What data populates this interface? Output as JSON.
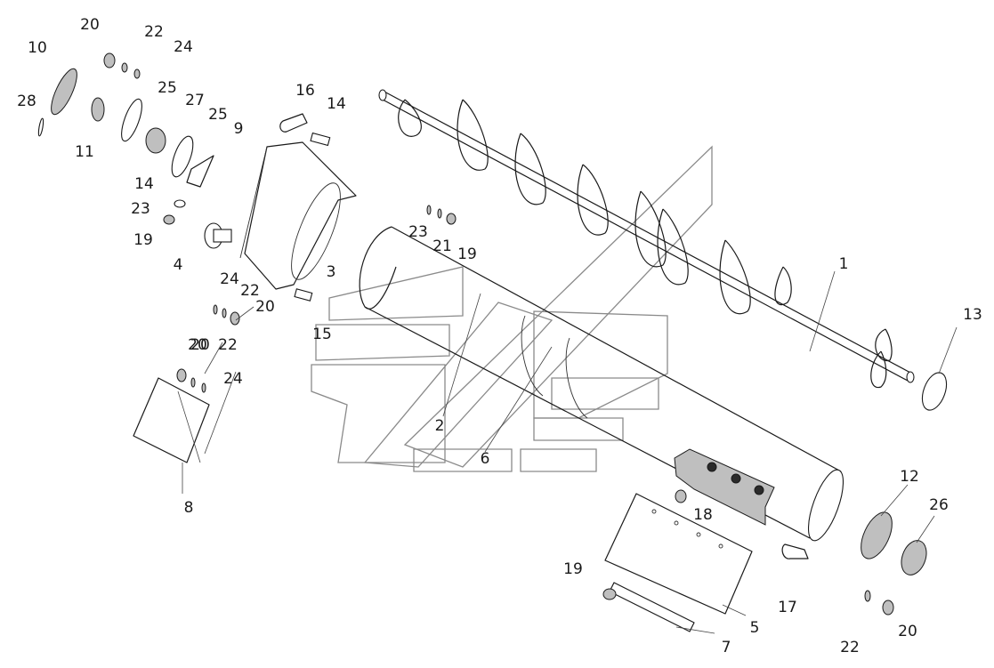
{
  "labels": [
    {
      "text": "1"
    },
    {
      "text": "2"
    },
    {
      "text": "3"
    },
    {
      "text": "4"
    },
    {
      "text": "5"
    },
    {
      "text": "6"
    },
    {
      "text": "7"
    },
    {
      "text": "8"
    },
    {
      "text": "9"
    },
    {
      "text": "10"
    },
    {
      "text": "11"
    },
    {
      "text": "12"
    },
    {
      "text": "13"
    },
    {
      "text": "14"
    },
    {
      "text": "14"
    },
    {
      "text": "15"
    },
    {
      "text": "16"
    },
    {
      "text": "17"
    },
    {
      "text": "18"
    },
    {
      "text": "19"
    },
    {
      "text": "19"
    },
    {
      "text": "19"
    },
    {
      "text": "20"
    },
    {
      "text": "20"
    },
    {
      "text": "20"
    },
    {
      "text": "20"
    },
    {
      "text": "20"
    },
    {
      "text": "21"
    },
    {
      "text": "22"
    },
    {
      "text": "22"
    },
    {
      "text": "22"
    },
    {
      "text": "22"
    },
    {
      "text": "23"
    },
    {
      "text": "23"
    },
    {
      "text": "24"
    },
    {
      "text": "24"
    },
    {
      "text": "24"
    },
    {
      "text": "25"
    },
    {
      "text": "25"
    },
    {
      "text": "26"
    },
    {
      "text": "27"
    },
    {
      "text": "28"
    }
  ]
}
